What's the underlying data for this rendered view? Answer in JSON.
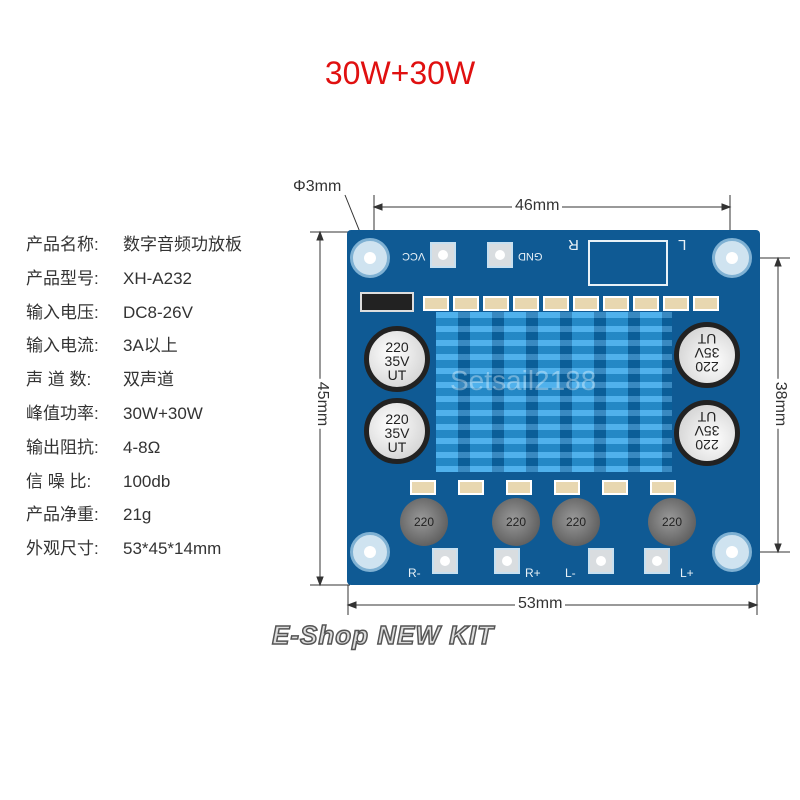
{
  "title": "30W+30W",
  "specs": [
    {
      "label": "产品名称:",
      "value": "数字音频功放板"
    },
    {
      "label": "产品型号:",
      "value": "XH-A232"
    },
    {
      "label": "输入电压:",
      "value": "DC8-26V"
    },
    {
      "label": "输入电流:",
      "value": "3A以上"
    },
    {
      "label": "声 道 数:",
      "value": "双声道"
    },
    {
      "label": "峰值功率:",
      "value": "30W+30W"
    },
    {
      "label": "输出阻抗:",
      "value": "4-8Ω"
    },
    {
      "label": "信 噪 比:",
      "value": "100db"
    },
    {
      "label": "产品净重:",
      "value": "21g"
    },
    {
      "label": "外观尺寸:",
      "value": "53*45*14mm"
    }
  ],
  "dimensions": {
    "hole": "Φ3mm",
    "top": "46mm",
    "left": "45mm",
    "right": "38mm",
    "bottom": "53mm"
  },
  "board": {
    "vcc": "VCC",
    "gnd": "GND",
    "r": "R",
    "l": "L",
    "cap": [
      "220",
      "35V",
      "UT"
    ],
    "inductor": "220",
    "outputs": [
      "R-",
      "R+",
      "L-",
      "L+"
    ]
  },
  "watermarks": [
    "Setsail2188",
    "E-Shop NEW KIT"
  ]
}
